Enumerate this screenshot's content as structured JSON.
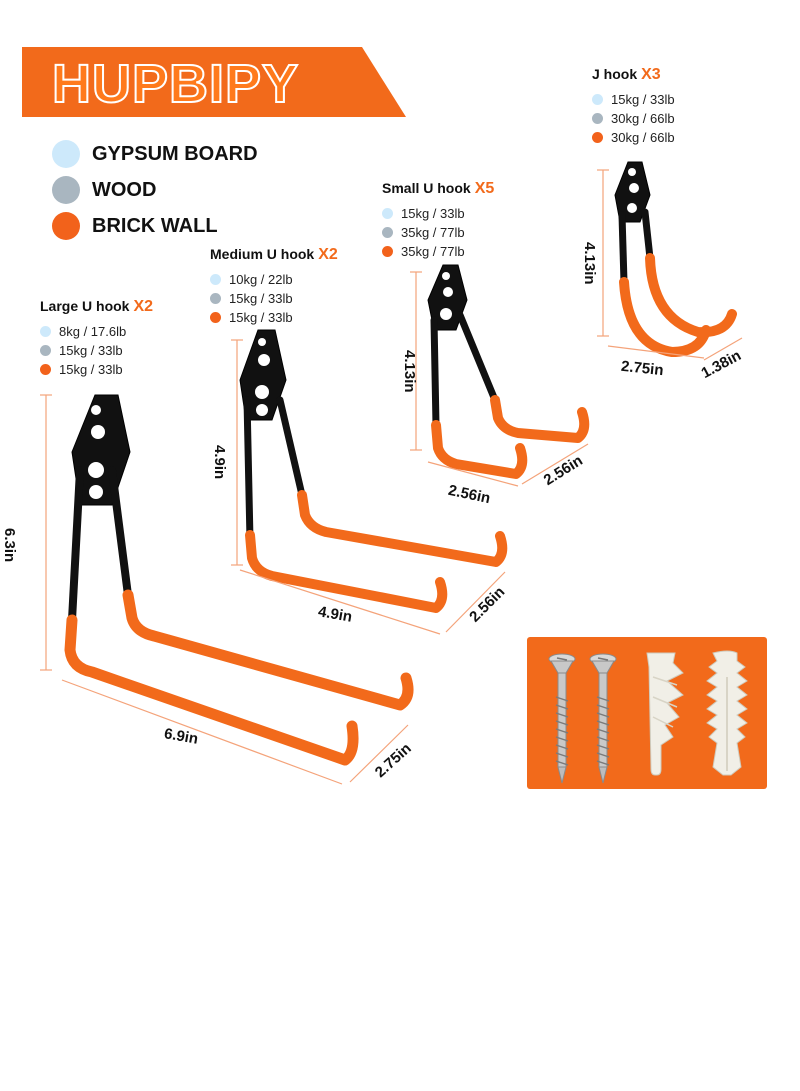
{
  "brand": "HUPBIPY",
  "colors": {
    "orange": "#f26a1b",
    "gypsum": "#cde9fb",
    "wood": "#a9b6c0",
    "brick": "#f2621b",
    "black": "#111111"
  },
  "legend": [
    {
      "label": "GYPSUM BOARD",
      "color": "#cde9fb"
    },
    {
      "label": "WOOD",
      "color": "#a9b6c0"
    },
    {
      "label": "BRICK WALL",
      "color": "#f2621b"
    }
  ],
  "hooks": {
    "large": {
      "name": "Large U hook",
      "qty": "X2",
      "specs": [
        "8kg / 17.6lb",
        "15kg / 33lb",
        "15kg / 33lb"
      ],
      "dims": {
        "height": "6.3in",
        "length": "6.9in",
        "depth": "2.75in"
      }
    },
    "medium": {
      "name": "Medium U hook",
      "qty": "X2",
      "specs": [
        "10kg / 22lb",
        "15kg / 33lb",
        "15kg / 33lb"
      ],
      "dims": {
        "height": "4.9in",
        "length": "4.9in",
        "depth": "2.56in"
      }
    },
    "small": {
      "name": "Small U hook",
      "qty": "X5",
      "specs": [
        "15kg / 33lb",
        "35kg / 77lb",
        "35kg / 77lb"
      ],
      "dims": {
        "height": "4.13in",
        "length": "2.56in",
        "depth": "2.56in"
      }
    },
    "j": {
      "name": "J hook",
      "qty": "X3",
      "specs": [
        "15kg / 33lb",
        "30kg / 66lb",
        "30kg / 66lb"
      ],
      "dims": {
        "height": "4.13in",
        "length": "2.75in",
        "depth": "1.38in"
      }
    }
  },
  "accessories": [
    "screw-icon",
    "screw-icon",
    "wall-anchor-icon",
    "expansion-plug-icon"
  ]
}
